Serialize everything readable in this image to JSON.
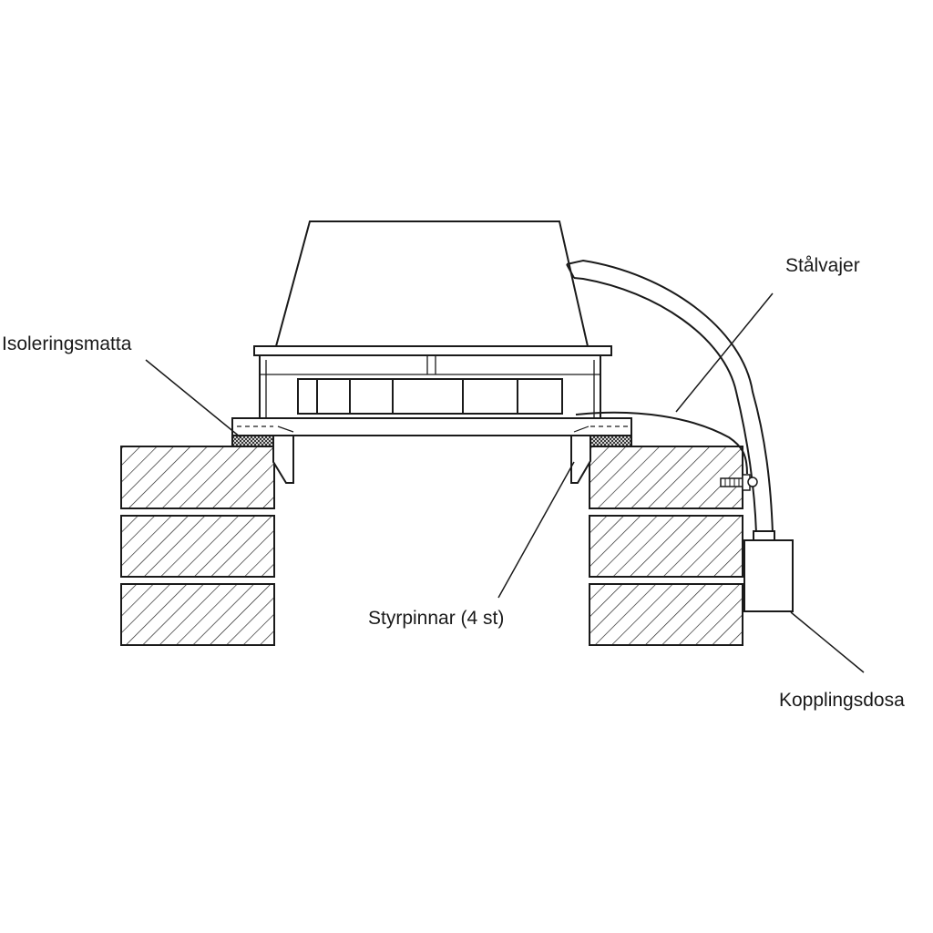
{
  "labels": {
    "isoleringsmatta": "Isoleringsmatta",
    "stalvajer": "Stålvajer",
    "styrpinnar": "Styrpinnar (4 st)",
    "kopplingsdosa": "Kopplingsdosa"
  },
  "colors": {
    "line": "#1a1a1a",
    "background": "#ffffff"
  }
}
